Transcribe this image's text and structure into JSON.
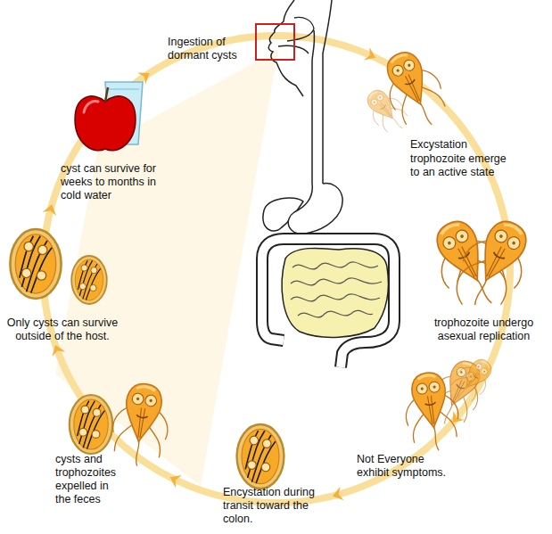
{
  "diagram": {
    "labels": [
      "Ingestion of dormant cysts",
      "Excystation",
      "trophozoite emerge to an active state",
      "trophozoite undergo asexual replication",
      "Not Everyone exhibit symptoms.",
      "Encystation during transit toward the colon.",
      "cysts and trophozoites expelled in the feces",
      "Only cysts can survive outside of the host.",
      "cyst can survive for weeks to months in cold water"
    ]
  }
}
